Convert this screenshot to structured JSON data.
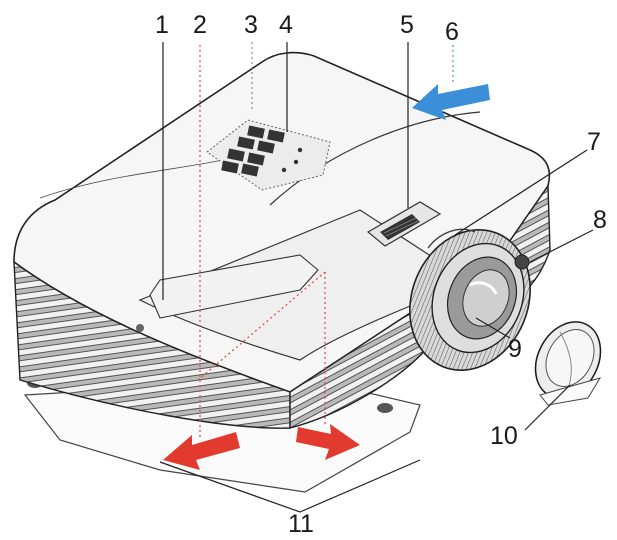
{
  "diagram": {
    "subject": "projector",
    "callouts": [
      "1",
      "2",
      "3",
      "4",
      "5",
      "6",
      "7",
      "8",
      "9",
      "10",
      "11"
    ]
  },
  "colors": {
    "outline": "#222222",
    "body_fill": "#f4f4f4",
    "vent_fill": "#bdbdbd",
    "red_arrow": "#e23a2e",
    "blue_arrow": "#3a8fd8",
    "dotted_red": "#d9534f",
    "dotted_blue": "#5b9bd5"
  },
  "icons": {
    "exhaust_arrow": "arrow-red-icon",
    "intake_arrow": "arrow-blue-icon"
  }
}
